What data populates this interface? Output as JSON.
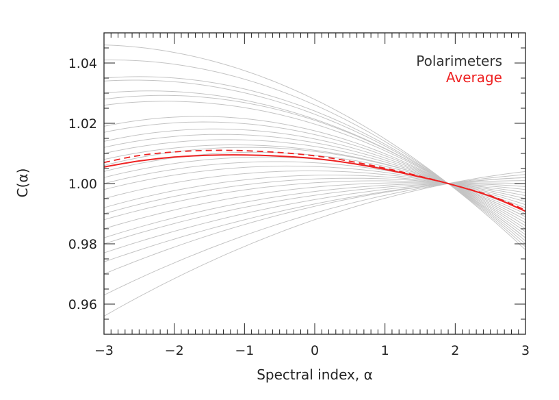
{
  "chart_data": {
    "type": "line",
    "title": "",
    "xlabel": "Spectral index, α",
    "ylabel": "C(α)",
    "xlim": [
      -3,
      3
    ],
    "ylim": [
      0.95,
      1.05
    ],
    "x_ticks": [
      -3,
      -2,
      -1,
      0,
      1,
      2,
      3
    ],
    "x_tick_labels": [
      "−3",
      "−2",
      "−1",
      "0",
      "1",
      "2",
      "3"
    ],
    "y_ticks": [
      0.96,
      0.98,
      1.0,
      1.02,
      1.04
    ],
    "y_tick_labels": [
      "0.96",
      "0.98",
      "1.00",
      "1.02",
      "1.04"
    ],
    "grid": false,
    "legend": {
      "placement": "top-right",
      "entries": [
        {
          "label": "Polarimeters",
          "color": "#333333"
        },
        {
          "label": "Average",
          "color": "#ee2222"
        }
      ]
    },
    "pivot": {
      "x": 1.9,
      "y": 1.0
    },
    "polarimeters": {
      "color": "#c4c4c4",
      "note": "Each curve is C(α)=1+b·(α−1.9)+c·(α−1.9)²; y at α=−3 and α=3 given",
      "curves": [
        {
          "y_at_m3": 1.046,
          "y_at_3": 0.978
        },
        {
          "y_at_m3": 1.041,
          "y_at_3": 0.979
        },
        {
          "y_at_m3": 1.035,
          "y_at_3": 0.98
        },
        {
          "y_at_m3": 1.034,
          "y_at_3": 0.981
        },
        {
          "y_at_m3": 1.03,
          "y_at_3": 0.982
        },
        {
          "y_at_m3": 1.028,
          "y_at_3": 0.982
        },
        {
          "y_at_m3": 1.026,
          "y_at_3": 0.983
        },
        {
          "y_at_m3": 1.019,
          "y_at_3": 0.984
        },
        {
          "y_at_m3": 1.017,
          "y_at_3": 0.985
        },
        {
          "y_at_m3": 1.014,
          "y_at_3": 0.986
        },
        {
          "y_at_m3": 1.012,
          "y_at_3": 0.987
        },
        {
          "y_at_m3": 1.01,
          "y_at_3": 0.988
        },
        {
          "y_at_m3": 1.008,
          "y_at_3": 0.989
        },
        {
          "y_at_m3": 1.006,
          "y_at_3": 0.989
        },
        {
          "y_at_m3": 1.004,
          "y_at_3": 0.99
        },
        {
          "y_at_m3": 1.002,
          "y_at_3": 0.991
        },
        {
          "y_at_m3": 1.0,
          "y_at_3": 0.992
        },
        {
          "y_at_m3": 0.998,
          "y_at_3": 0.993
        },
        {
          "y_at_m3": 0.995,
          "y_at_3": 0.994
        },
        {
          "y_at_m3": 0.992,
          "y_at_3": 0.995
        },
        {
          "y_at_m3": 0.99,
          "y_at_3": 0.996
        },
        {
          "y_at_m3": 0.988,
          "y_at_3": 0.997
        },
        {
          "y_at_m3": 0.985,
          "y_at_3": 0.998
        },
        {
          "y_at_m3": 0.982,
          "y_at_3": 0.999
        },
        {
          "y_at_m3": 0.98,
          "y_at_3": 1.0
        },
        {
          "y_at_m3": 0.977,
          "y_at_3": 1.001
        },
        {
          "y_at_m3": 0.974,
          "y_at_3": 1.002
        },
        {
          "y_at_m3": 0.97,
          "y_at_3": 1.002
        },
        {
          "y_at_m3": 0.963,
          "y_at_3": 1.003
        },
        {
          "y_at_m3": 0.956,
          "y_at_3": 1.004
        }
      ]
    },
    "average_solid": {
      "color": "#ee2222",
      "style": "solid",
      "x": [
        -3,
        -2.5,
        -2,
        -1.5,
        -1,
        -0.5,
        0,
        0.5,
        1,
        1.5,
        1.9,
        2.5,
        3
      ],
      "y": [
        1.0055,
        1.0075,
        1.0088,
        1.0094,
        1.0095,
        1.0091,
        1.0083,
        1.0068,
        1.0047,
        1.0022,
        1.0,
        0.9958,
        0.9908
      ]
    },
    "average_dashed": {
      "color": "#ee2222",
      "style": "dashed",
      "x": [
        -3,
        -2.5,
        -2,
        -1.5,
        -1,
        -0.5,
        0,
        0.5,
        1,
        1.5,
        1.9,
        2.5,
        3
      ],
      "y": [
        1.007,
        1.0093,
        1.0105,
        1.011,
        1.0109,
        1.0103,
        1.0092,
        1.0074,
        1.0051,
        1.0024,
        1.0,
        0.996,
        0.9912
      ]
    }
  }
}
